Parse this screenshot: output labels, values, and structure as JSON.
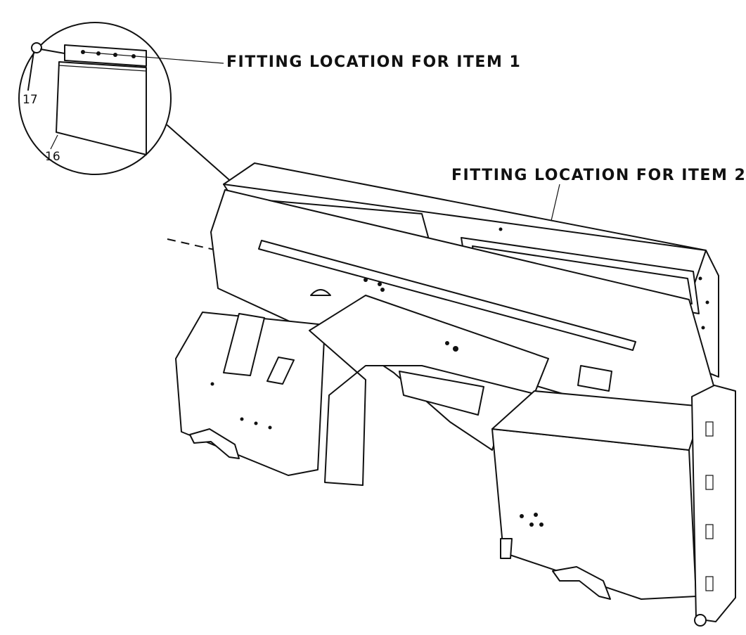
{
  "callouts": {
    "item1": "FITTING LOCATION FOR ITEM 1",
    "item2": "FITTING LOCATION FOR ITEM 2"
  },
  "item_numbers": {
    "fastener": "17",
    "panel": "16"
  }
}
